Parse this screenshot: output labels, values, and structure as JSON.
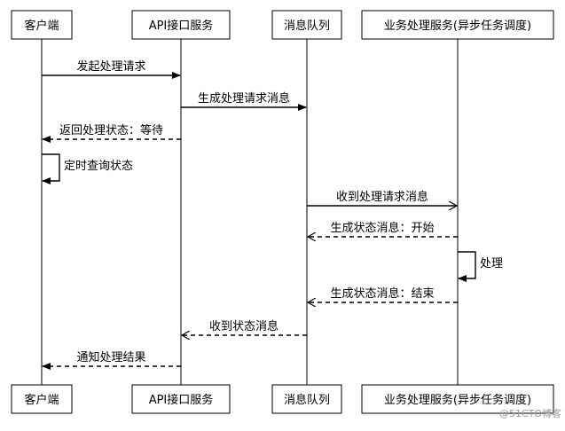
{
  "participants": [
    {
      "id": "client",
      "label": "客户端"
    },
    {
      "id": "api",
      "label": "API接口服务"
    },
    {
      "id": "mq",
      "label": "消息队列"
    },
    {
      "id": "worker",
      "label": "业务处理服务(异步任务调度)"
    }
  ],
  "messages": [
    {
      "from": "client",
      "to": "api",
      "label": "发起处理请求",
      "style": "solid"
    },
    {
      "from": "api",
      "to": "mq",
      "label": "生成处理请求消息",
      "style": "solid"
    },
    {
      "from": "api",
      "to": "client",
      "label": "返回处理状态：等待",
      "style": "dashed"
    },
    {
      "from": "client",
      "to": "client",
      "label": "定时查询状态",
      "style": "solid"
    },
    {
      "from": "mq",
      "to": "worker",
      "label": "收到处理请求消息",
      "style": "solid-open"
    },
    {
      "from": "worker",
      "to": "mq",
      "label": "生成状态消息：开始",
      "style": "dashed-open"
    },
    {
      "from": "worker",
      "to": "worker",
      "label": "处理",
      "style": "solid"
    },
    {
      "from": "worker",
      "to": "mq",
      "label": "生成状态消息：结束",
      "style": "dashed-open"
    },
    {
      "from": "mq",
      "to": "api",
      "label": "收到状态消息",
      "style": "dashed-open"
    },
    {
      "from": "api",
      "to": "client",
      "label": "通知处理结果",
      "style": "dashed"
    }
  ],
  "watermark": "@51CTO博客",
  "colors": {
    "line": "#000000",
    "box_fill": "#ffffff",
    "watermark": "#9a9a9a"
  }
}
